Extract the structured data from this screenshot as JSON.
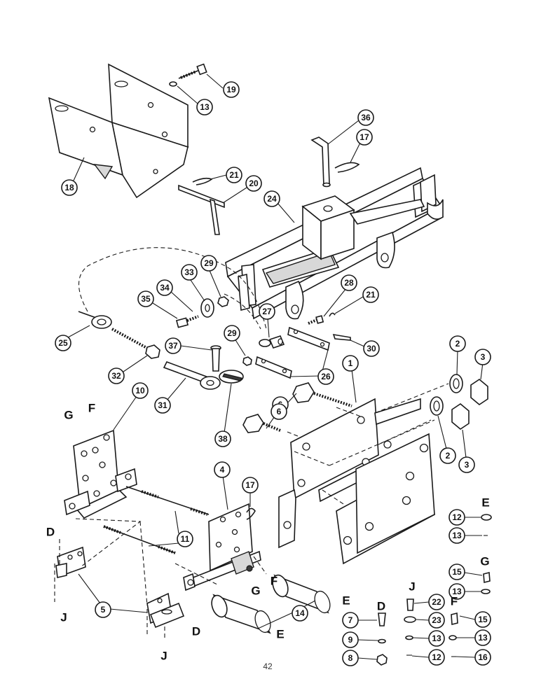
{
  "page_number": "42",
  "callouts": {
    "c1": "1",
    "c2a": "2",
    "c2b": "2",
    "c3a": "3",
    "c3b": "3",
    "c4": "4",
    "c5": "5",
    "c6a": "6",
    "c6b": "6",
    "c7": "7",
    "c8": "8",
    "c9": "9",
    "c10": "10",
    "c11": "11",
    "c12a": "12",
    "c12b": "12",
    "c13a": "13",
    "c13b": "13",
    "c13c": "13",
    "c13d": "13",
    "c13e": "13",
    "c14": "14",
    "c15a": "15",
    "c15b": "15",
    "c16": "16",
    "c17a": "17",
    "c17b": "17",
    "c18": "18",
    "c19": "19",
    "c20": "20",
    "c21a": "21",
    "c21b": "21",
    "c22": "22",
    "c23": "23",
    "c24": "24",
    "c25": "25",
    "c26": "26",
    "c27": "27",
    "c28": "28",
    "c29a": "29",
    "c29b": "29",
    "c30": "30",
    "c31": "31",
    "c32": "32",
    "c33": "33",
    "c34": "34",
    "c35": "35",
    "c36": "36",
    "c37": "37",
    "c38": "38"
  },
  "letters": {
    "g1": "G",
    "f1": "F",
    "d1": "D",
    "j1": "J",
    "g2": "G",
    "f2": "F",
    "d2": "D",
    "j2": "J",
    "e1": "E",
    "e2": "E",
    "e3": "E",
    "g3": "G",
    "j3": "J",
    "d3": "D",
    "f3": "F"
  }
}
